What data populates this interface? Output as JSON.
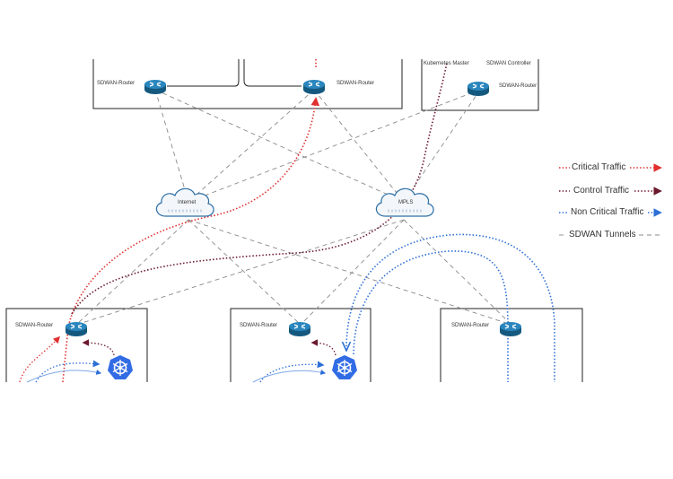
{
  "colors": {
    "critical": "#e03030",
    "control": "#6b1a2e",
    "noncritical": "#2d6fd6",
    "tunnel": "#8a8a8a",
    "router": "#1c6d9c",
    "kube": "#326ce5",
    "box": "#222222"
  },
  "nodes": {
    "top_left_router": "SDWAN-Router",
    "top_mid_router": "SDWAN-Router",
    "top_right_router": "SDWAN-Router",
    "top_right_partial_a": "Kubernetes Master",
    "top_right_partial_b": "SDWAN Controller",
    "bottom_left_router": "SDWAN-Router",
    "bottom_mid_router": "SDWAN-Router",
    "bottom_right_router": "SDWAN-Router"
  },
  "clouds": {
    "internet": "Internet",
    "mpls": "MPLS"
  },
  "legend": {
    "critical": "Critical Traffic",
    "control": "Control Traffic",
    "noncritical": "Non Critical Traffic",
    "tunnels": "SDWAN Tunnels"
  }
}
